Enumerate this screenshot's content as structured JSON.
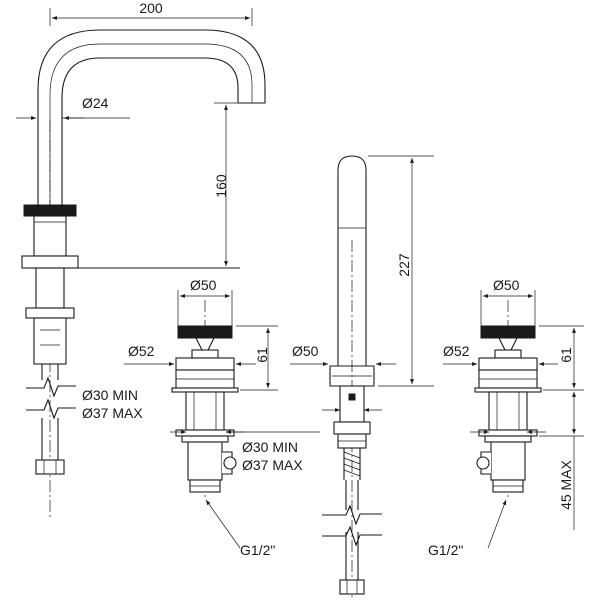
{
  "dimensions": {
    "spout_reach": "200",
    "spout_pipe_diameter": "Ø24",
    "spout_height": "160",
    "left_handle_diameter": "Ø50",
    "left_rosette_diameter": "Ø52",
    "left_handle_height": "61",
    "hole_min": "Ø30 MIN",
    "hole_max": "Ø37 MAX",
    "center_hole_min": "Ø30 MIN",
    "center_hole_max": "Ø37 MAX",
    "center_spout_height": "227",
    "center_base_diameter": "Ø50",
    "right_handle_diameter": "Ø50",
    "right_rosette_diameter": "Ø52",
    "right_handle_height": "61",
    "max_deck_thickness": "45 MAX",
    "left_connection": "G1/2\"",
    "right_connection": "G1/2\""
  },
  "colors": {
    "line": "#1a1a1a",
    "background": "#ffffff"
  }
}
